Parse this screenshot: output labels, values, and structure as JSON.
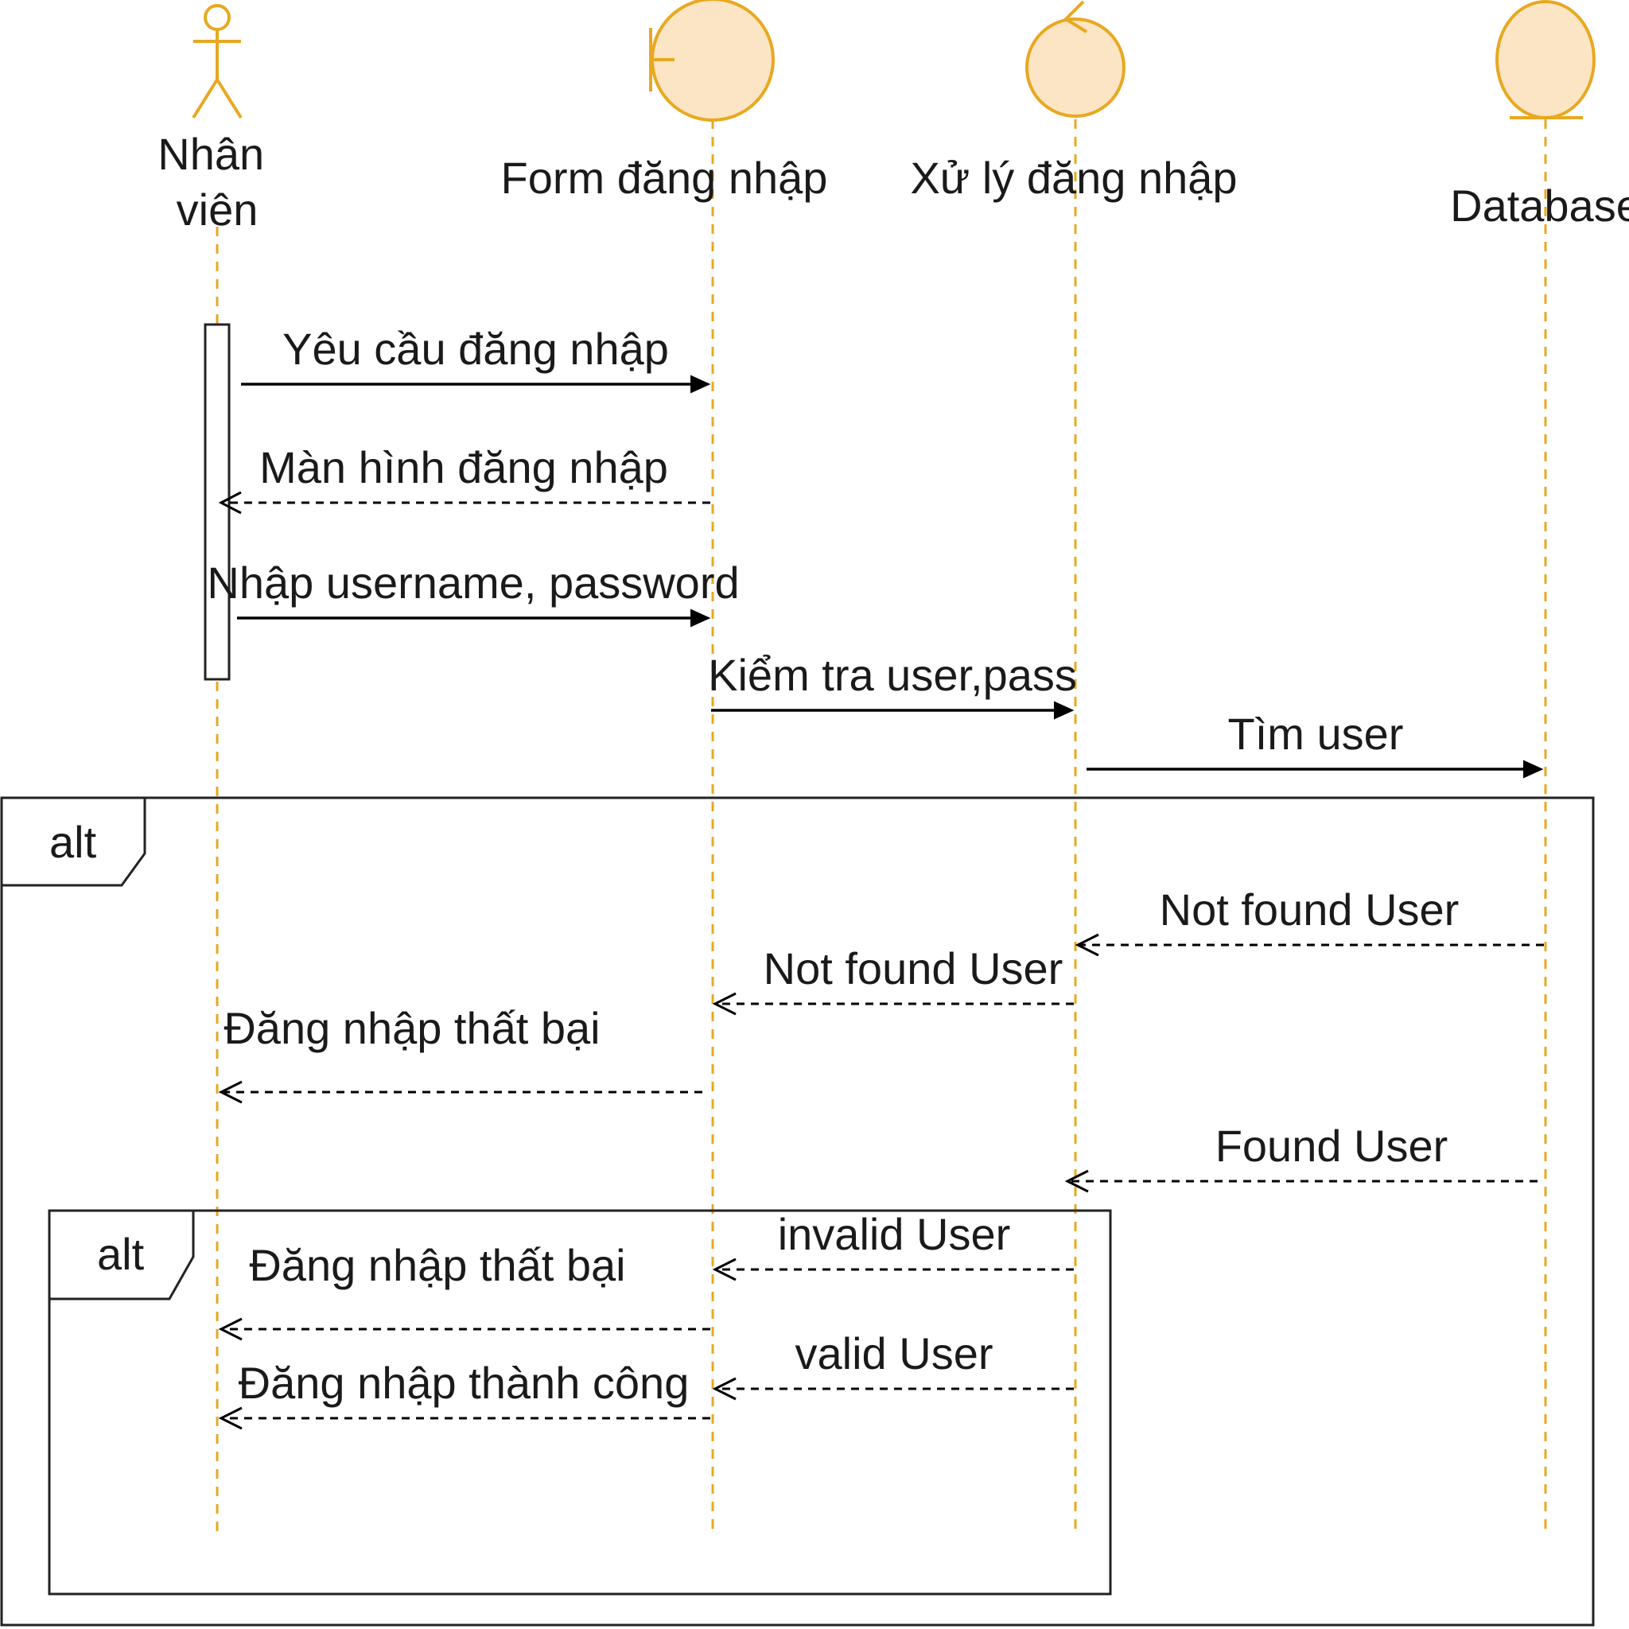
{
  "participants": [
    {
      "name": "Nhân\nviên",
      "kind": "actor"
    },
    {
      "name": "Form đăng nhập",
      "kind": "boundary"
    },
    {
      "name": "Xử lý đăng nhập",
      "kind": "control"
    },
    {
      "name": "Database",
      "kind": "entity"
    }
  ],
  "messages": [
    {
      "label": "Yêu cầu đăng nhập",
      "from": 0,
      "to": 1,
      "style": "solid"
    },
    {
      "label": "Màn hình đăng nhập",
      "from": 1,
      "to": 0,
      "style": "dashed"
    },
    {
      "label": "Nhập username, password",
      "from": 0,
      "to": 1,
      "style": "solid"
    },
    {
      "label": "Kiểm tra user,pass",
      "from": 1,
      "to": 2,
      "style": "solid"
    },
    {
      "label": "Tìm user",
      "from": 2,
      "to": 3,
      "style": "solid"
    },
    {
      "label": "Not found User",
      "from": 3,
      "to": 2,
      "style": "dashed"
    },
    {
      "label": "Not found User",
      "from": 2,
      "to": 1,
      "style": "dashed"
    },
    {
      "label": "Đăng nhập thất bại",
      "from": 1,
      "to": 0,
      "style": "dashed"
    },
    {
      "label": "Found User",
      "from": 3,
      "to": 2,
      "style": "dashed"
    },
    {
      "label": "invalid User",
      "from": 2,
      "to": 1,
      "style": "dashed"
    },
    {
      "label": "Đăng nhập thất bại",
      "from": 1,
      "to": 0,
      "style": "dashed"
    },
    {
      "label": "valid User",
      "from": 2,
      "to": 1,
      "style": "dashed"
    },
    {
      "label": "Đăng nhập thành công",
      "from": 1,
      "to": 0,
      "style": "dashed"
    }
  ],
  "fragments": [
    {
      "operator": "alt"
    },
    {
      "operator": "alt"
    }
  ],
  "colors": {
    "lifeline": "#e8a820",
    "object_fill": "#fce5c4",
    "line": "#000000"
  }
}
